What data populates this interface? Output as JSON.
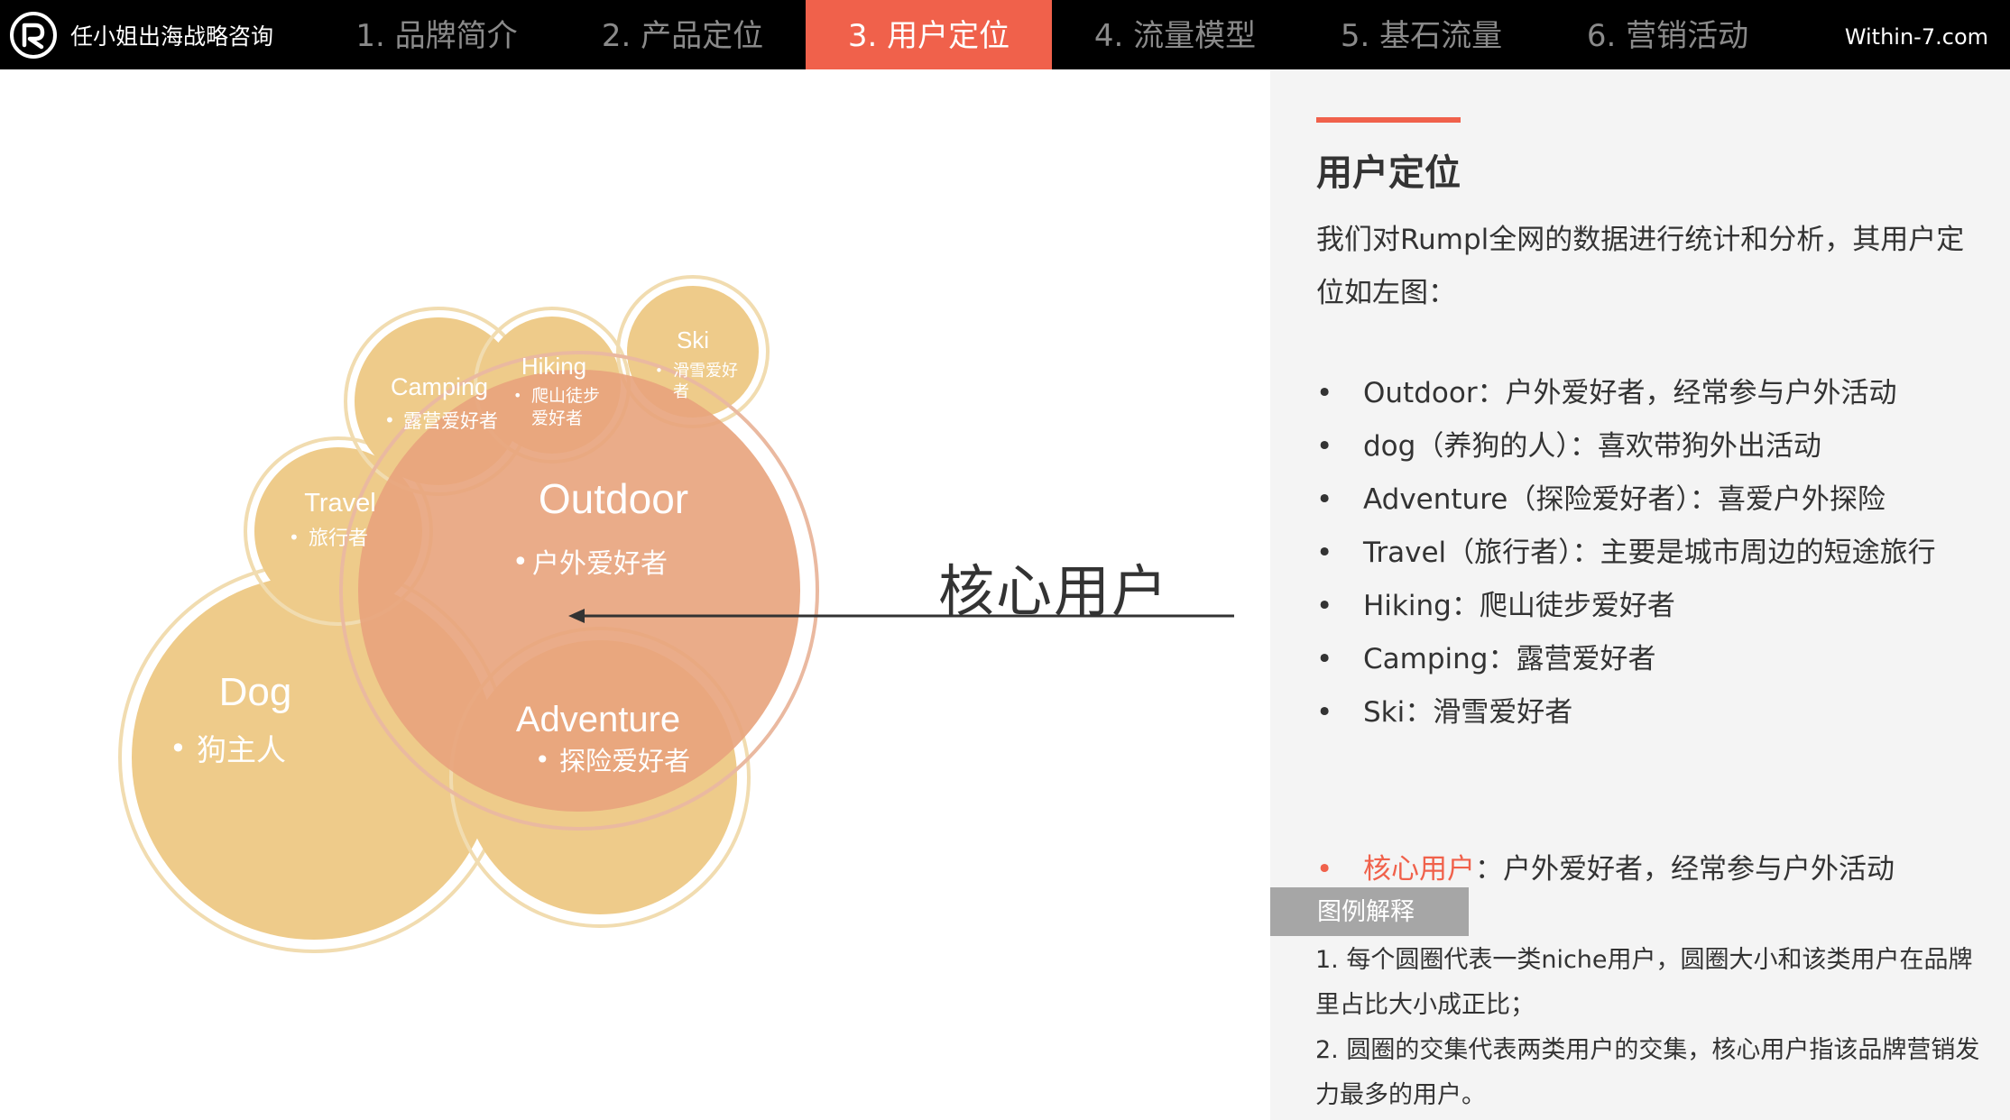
{
  "header": {
    "brand_name": "任小姐出海战略咨询",
    "site_name": "Within-7.com",
    "tabs": [
      {
        "label": "1. 品牌简介",
        "active": false
      },
      {
        "label": "2. 产品定位",
        "active": false
      },
      {
        "label": "3. 用户定位",
        "active": true
      },
      {
        "label": "4. 流量模型",
        "active": false
      },
      {
        "label": "5. 基石流量",
        "active": false
      },
      {
        "label": "6. 营销活动",
        "active": false
      }
    ]
  },
  "colors": {
    "accent": "#f0614b",
    "nav_bg": "#000000",
    "circle_light": "#eecb8a",
    "circle_core": "#e8a37c",
    "panel_bg": "#f4f4f4"
  },
  "diagram": {
    "core_label": "核心用户",
    "circles": [
      {
        "id": "dog",
        "name": "Dog",
        "sub": "狗主人"
      },
      {
        "id": "travel",
        "name": "Travel",
        "sub": "旅行者"
      },
      {
        "id": "camping",
        "name": "Camping",
        "sub": "露营爱好者"
      },
      {
        "id": "hiking",
        "name": "Hiking",
        "sub": "爬山徒步",
        "sub2": "爱好者"
      },
      {
        "id": "ski",
        "name": "Ski",
        "sub": "滑雪爱好",
        "sub2": "者"
      },
      {
        "id": "outdoor",
        "name": "Outdoor",
        "sub": "户外爱好者"
      },
      {
        "id": "adventure",
        "name": "Adventure",
        "sub": "探险爱好者"
      }
    ]
  },
  "panel": {
    "title": "用户定位",
    "intro": "我们对Rumpl全网的数据进行统计和分析，其用户定位如左图：",
    "bullet_symbol": "•",
    "bullets": [
      "Outdoor：户外爱好者，经常参与户外活动",
      "dog（养狗的人）：喜欢带狗外出活动",
      "Adventure（探险爱好者）：喜爱户外探险",
      "Travel（旅行者）：主要是城市周边的短途旅行",
      "Hiking：爬山徒步爱好者",
      "Camping：露营爱好者",
      "Ski：滑雪爱好者"
    ],
    "core_highlight": "核心用户",
    "core_text": "：户外爱好者，经常参与户外活动",
    "legend_label": "图例解释",
    "legend_notes": [
      "1. 每个圆圈代表一类niche用户，圆圈大小和该类用户在品牌里占比大小成正比；",
      "2. 圆圈的交集代表两类用户的交集，核心用户指该品牌营销发力最多的用户。"
    ]
  }
}
